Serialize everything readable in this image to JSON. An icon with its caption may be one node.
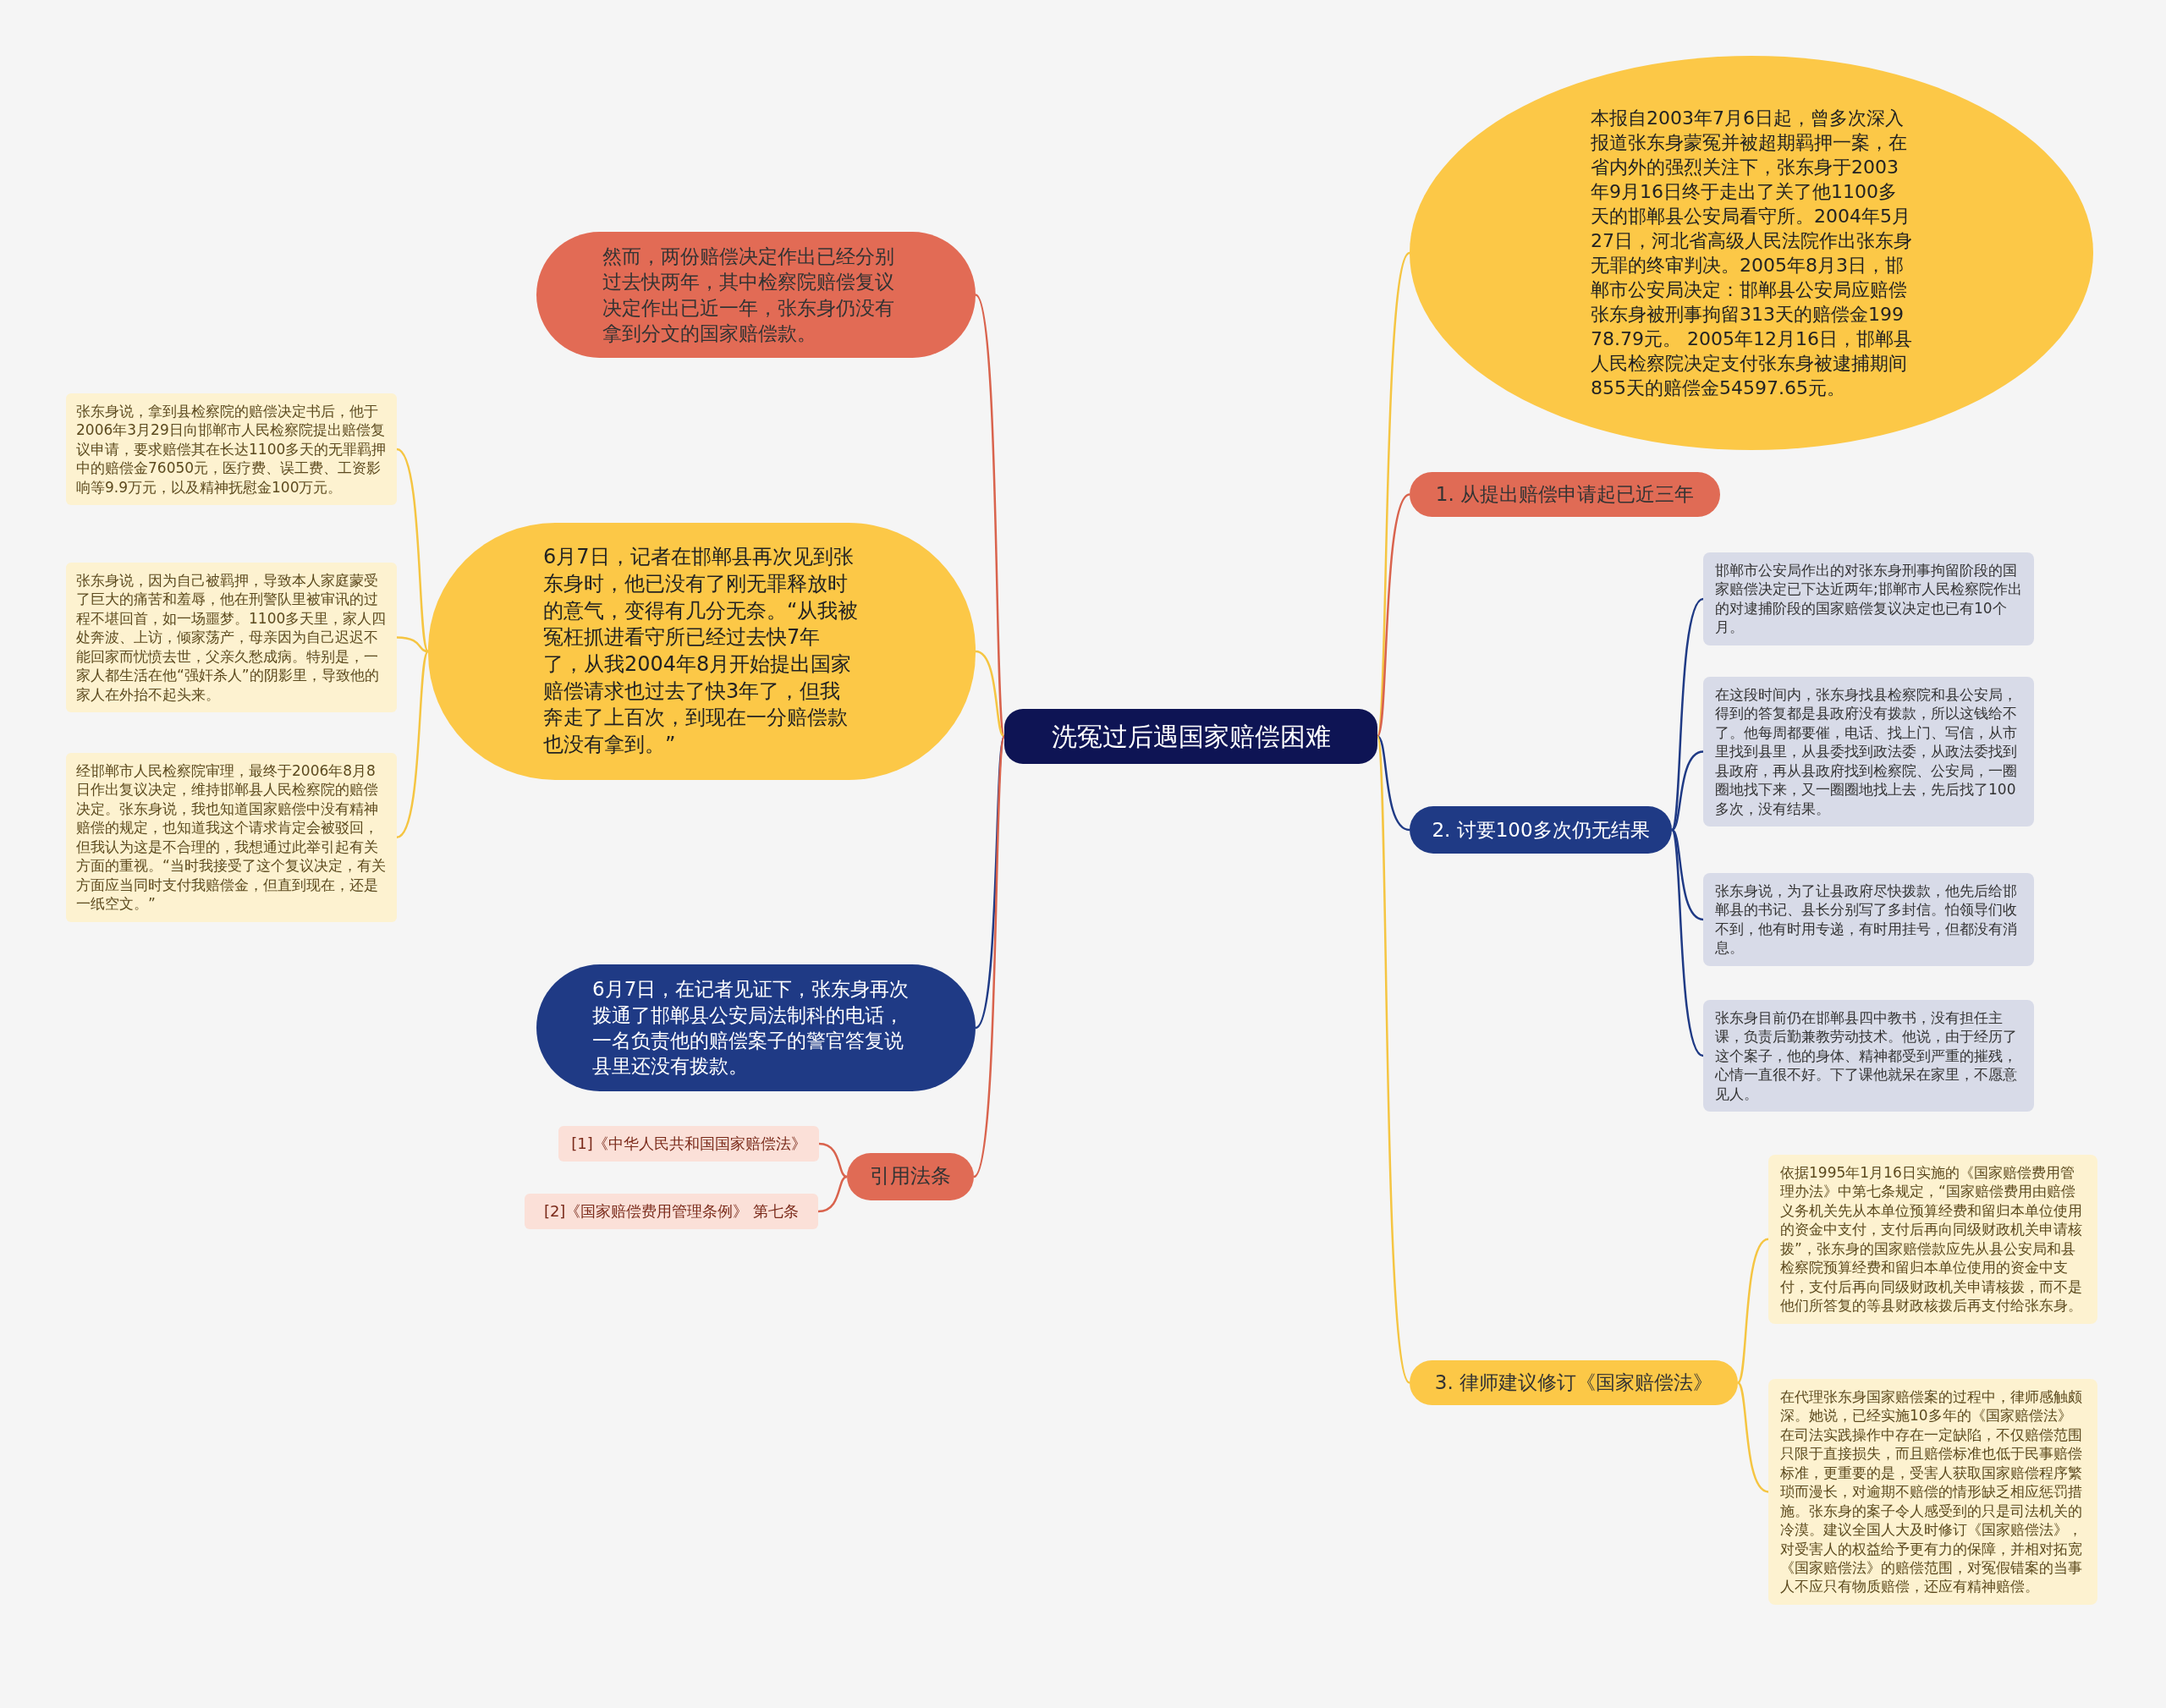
{
  "diagram": {
    "nodes": [
      {
        "text": [
          "洗冤过后遇国家赔偿困难"
        ]
      },
      {
        "text": [
          "本报自2003年7月6日起，曾多次深入报道张东身蒙冤并被超期羁押一案，在省内外的强烈关注下，张东身于2003年9月16日终于走出了关了他1100多天的邯郸县公安局看守所。2004年5月27日，河北省高级人民法院作出张东身无罪的终审判决。2005年8月3日，邯郸市公安局决定：邯郸县公安局应赔偿张东身被刑事拘留313天的赔偿金19978.79元。 2005年12月16日，邯郸县人民检察院决定支付张东身被逮捕期间855天的赔偿金54597.65元。"
        ]
      },
      {
        "text": [
          "1. 从提出赔偿申请起已近三年"
        ]
      },
      {
        "text": [
          "2. 讨要100多次仍无结果"
        ]
      },
      {
        "text": [
          "邯郸市公安局作出的对张东身刑事拘留阶段的国家赔偿决定已下达近两年;邯郸市人民检察院作出的对逮捕阶段的国家赔偿复议决定也已有10个月。"
        ]
      },
      {
        "text": [
          "在这段时间内，张东身找县检察院和县公安局，得到的答复都是县政府没有拨款，所以这钱给不了。他每周都要催，电话、找上门、写信，从市里找到县里，从县委找到政法委，从政法委找到县政府，再从县政府找到检察院、公安局，一圈圈地找下来，又一圈圈地找上去，先后找了100多次，没有结果。"
        ]
      },
      {
        "text": [
          "张东身说，为了让县政府尽快拨款，他先后给邯郸县的书记、县长分别写了多封信。怕领导们收不到，他有时用专递，有时用挂号，但都没有消息。"
        ]
      },
      {
        "text": [
          "张东身目前仍在邯郸县四中教书，没有担任主课，负责后勤兼教劳动技术。他说，由于经历了这个案子，他的身体、精神都受到严重的摧残，心情一直很不好。下了课他就呆在家里，不愿意见人。"
        ]
      },
      {
        "text": [
          "3. 律师建议修订《国家赔偿法》"
        ]
      },
      {
        "text": [
          "依据1995年1月16日实施的《国家赔偿费用管理办法》中第七条规定，“国家赔偿费用由赔偿义务机关先从本单位预算经费和留归本单位使用的资金中支付，支付后再向同级财政机关申请核拨”，张东身的国家赔偿款应先从县公安局和县检察院预算经费和留归本单位使用的资金中支付，支付后再向同级财政机关申请核拨，而不是他们所答复的等县财政核拨后再支付给张东身。"
        ]
      },
      {
        "text": [
          "在代理张东身国家赔偿案的过程中，律师感触颇深。她说，已经实施10多年的《国家赔偿法》在司法实践操作中存在一定缺陷，不仅赔偿范围只限于直接损失，而且赔偿标准也低于民事赔偿标准，更重要的是，受害人获取国家赔偿程序繁琐而漫长，对逾期不赔偿的情形缺乏相应惩罚措施。张东身的案子令人感受到的只是司法机关的冷漠。建议全国人大及时修订《国家赔偿法》，对受害人的权益给予更有力的保障，并相对拓宽《国家赔偿法》的赔偿范围，对冤假错案的当事人不应只有物质赔偿，还应有精神赔偿。"
        ]
      },
      {
        "text": [
          "然而，两份赔偿决定作出已经分别过去快两年，其中检察院赔偿复议决定作出已近一年，张东身仍没有拿到分文的国家赔偿款。"
        ]
      },
      {
        "text": [
          "6月7日，记者在邯郸县再次见到张东身时，他已没有了刚无罪释放时的意气，变得有几分无奈。“从我被冤枉抓进看守所已经过去快7年了，从我2004年8月开始提出国家赔偿请求也过去了快3年了，但我奔走了上百次，到现在一分赔偿款也没有拿到。”"
        ]
      },
      {
        "text": [
          "张东身说，拿到县检察院的赔偿决定书后，他于2006年3月29日向邯郸市人民检察院提出赔偿复议申请，要求赔偿其在长达1100多天的无罪羁押中的赔偿金76050元，医疗费、误工费、工资影响等9.9万元，以及精神抚慰金100万元。"
        ]
      },
      {
        "text": [
          "张东身说，因为自己被羁押，导致本人家庭蒙受了巨大的痛苦和羞辱，他在刑警队里被审讯的过程不堪回首，如一场噩梦。1100多天里，家人四处奔波、上访，倾家荡产，母亲因为自己迟迟不能回家而忧愤去世，父亲久愁成病。特别是，一家人都生活在他“强奸杀人”的阴影里，导致他的家人在外抬不起头来。"
        ]
      },
      {
        "text": [
          "经邯郸市人民检察院审理，最终于2006年8月8日作出复议决定，维持邯郸县人民检察院的赔偿决定。张东身说，我也知道国家赔偿中没有精神赔偿的规定，也知道我这个请求肯定会被驳回，但我认为这是不合理的，我想通过此举引起有关方面的重视。“当时我接受了这个复议决定，有关方面应当同时支付我赔偿金，但直到现在，还是一纸空文。”"
        ]
      },
      {
        "text": [
          "6月7日，在记者见证下，张东身再次拨通了邯郸县公安局法制科的电话，一名负责他的赔偿案子的警官答复说县里还没有拨款。"
        ]
      },
      {
        "text": [
          "引用法条"
        ]
      },
      {
        "text": [
          "[1]《中华人民共和国国家赔偿法》"
        ]
      },
      {
        "text": [
          "[2]《国家赔偿费用管理条例》 第七条"
        ]
      }
    ],
    "edges": [
      {
        "from": 0,
        "to": 1,
        "arrow": "none",
        "color": "#f5c542"
      },
      {
        "from": 0,
        "to": 2,
        "arrow": "none",
        "color": "#d9634d"
      },
      {
        "from": 0,
        "to": 3,
        "arrow": "none",
        "color": "#1f3a85"
      },
      {
        "from": 3,
        "to": 4,
        "arrow": "none",
        "color": "#1f3a85"
      },
      {
        "from": 3,
        "to": 5,
        "arrow": "none",
        "color": "#1f3a85"
      },
      {
        "from": 3,
        "to": 6,
        "arrow": "none",
        "color": "#1f3a85"
      },
      {
        "from": 3,
        "to": 7,
        "arrow": "none",
        "color": "#1f3a85"
      },
      {
        "from": 0,
        "to": 8,
        "arrow": "none",
        "color": "#f5c542"
      },
      {
        "from": 8,
        "to": 9,
        "arrow": "none",
        "color": "#f5c542"
      },
      {
        "from": 8,
        "to": 10,
        "arrow": "none",
        "color": "#f5c542"
      },
      {
        "from": 0,
        "to": 11,
        "arrow": "none",
        "color": "#d9634d"
      },
      {
        "from": 0,
        "to": 12,
        "arrow": "none",
        "color": "#f5c542"
      },
      {
        "from": 12,
        "to": 13,
        "arrow": "none",
        "color": "#f5c542"
      },
      {
        "from": 12,
        "to": 14,
        "arrow": "none",
        "color": "#f5c542"
      },
      {
        "from": 12,
        "to": 15,
        "arrow": "none",
        "color": "#f5c542"
      },
      {
        "from": 0,
        "to": 16,
        "arrow": "none",
        "color": "#1f3a85"
      },
      {
        "from": 0,
        "to": 17,
        "arrow": "none",
        "color": "#d9634d"
      },
      {
        "from": 17,
        "to": 18,
        "arrow": "none",
        "color": "#d9634d"
      },
      {
        "from": 17,
        "to": 19,
        "arrow": "none",
        "color": "#d9634d"
      }
    ]
  }
}
